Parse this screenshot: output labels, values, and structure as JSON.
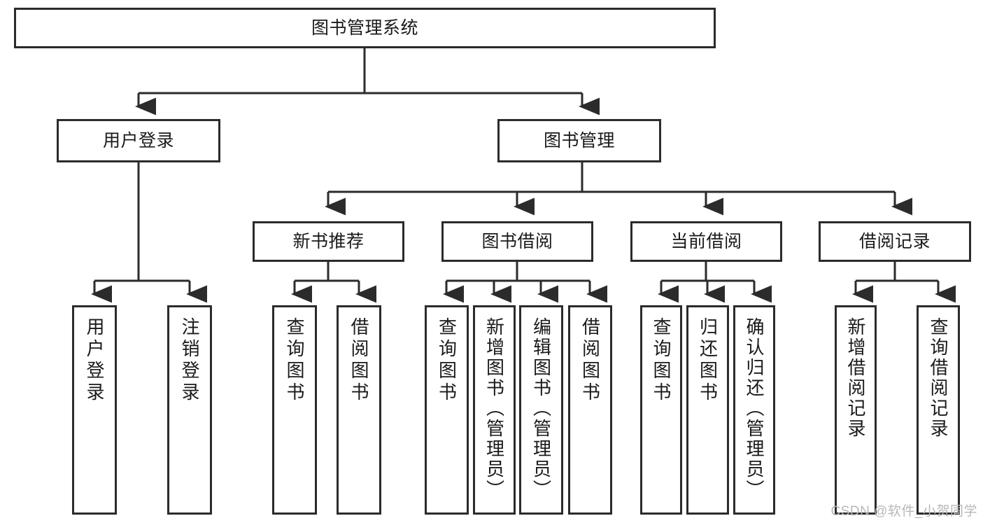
{
  "diagram": {
    "title": "图书管理系统",
    "root": {
      "label": "图书管理系统"
    },
    "level2": [
      {
        "label": "用户登录"
      },
      {
        "label": "图书管理"
      }
    ],
    "level3": [
      {
        "label": "新书推荐"
      },
      {
        "label": "图书借阅"
      },
      {
        "label": "当前借阅"
      },
      {
        "label": "借阅记录"
      }
    ],
    "leaves": {
      "user_login": [
        {
          "label": "用户登录"
        },
        {
          "label": "注销登录"
        }
      ],
      "new_book_recommend": [
        {
          "label": "查询图书"
        },
        {
          "label": "借阅图书"
        }
      ],
      "book_borrow": [
        {
          "label": "查询图书"
        },
        {
          "label": "新增图书（管理员）"
        },
        {
          "label": "编辑图书（管理员）"
        },
        {
          "label": "借阅图书"
        }
      ],
      "current_borrow": [
        {
          "label": "查询图书"
        },
        {
          "label": "归还图书"
        },
        {
          "label": "确认归还（管理员）"
        }
      ],
      "borrow_record": [
        {
          "label": "新增借阅记录"
        },
        {
          "label": "查询借阅记录"
        }
      ]
    }
  },
  "watermark": {
    "text": "CSDN @软件_小贺同学"
  },
  "colors": {
    "border": "#2b2b2b",
    "background": "#ffffff",
    "text": "#1a1a1a",
    "watermark": "#b8b8b8"
  }
}
